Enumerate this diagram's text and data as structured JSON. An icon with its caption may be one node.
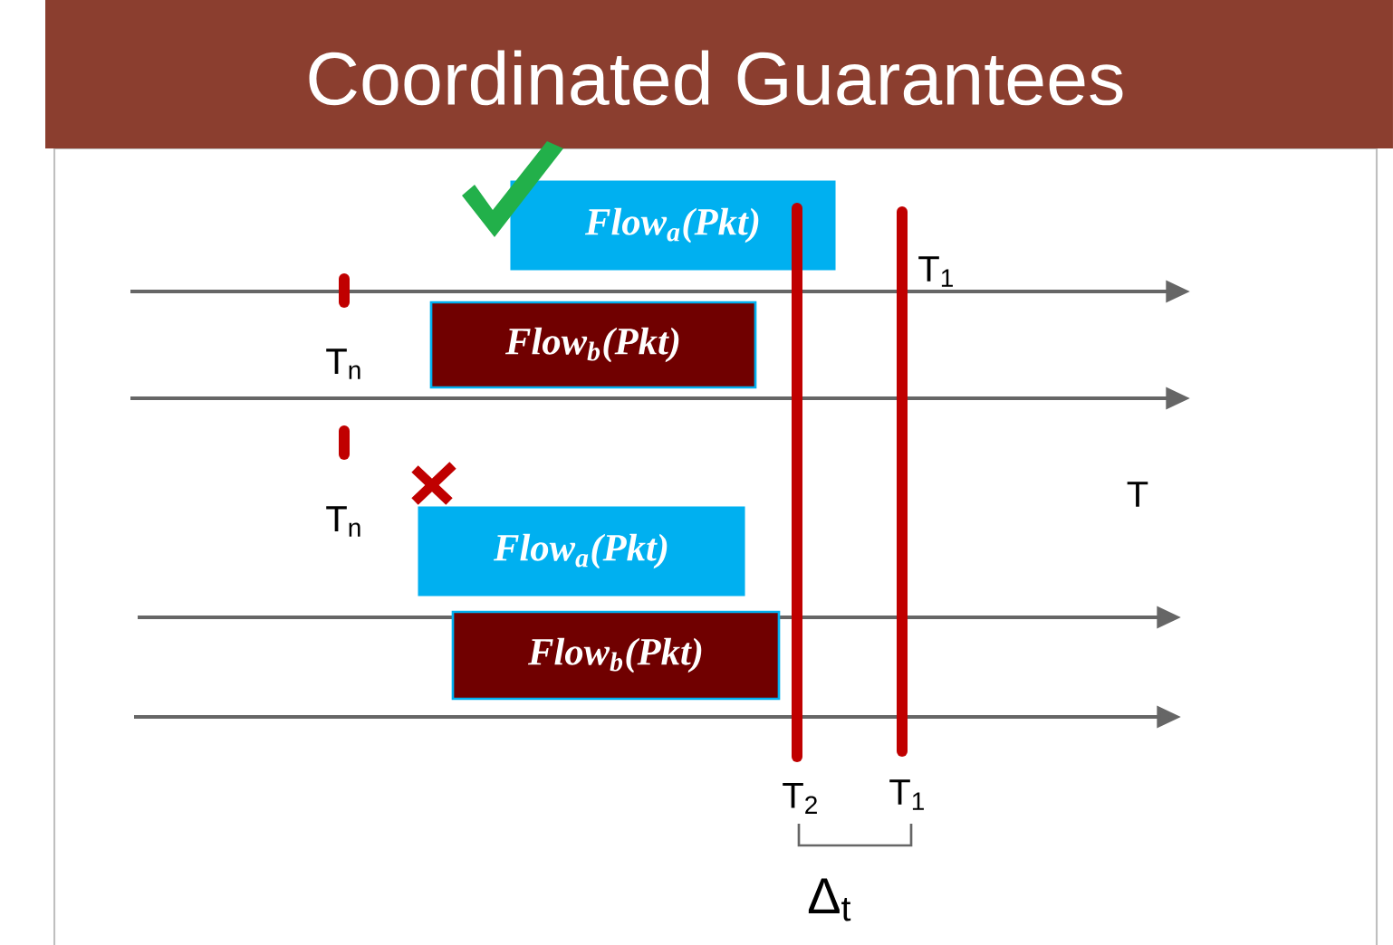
{
  "diagram": {
    "title": "Coordinated Guarantees",
    "nodes": [
      {
        "text": [
          "Flow$_{a}$(Pkt)"
        ]
      },
      {
        "text": [
          "Flow$_{b}$(Pkt)"
        ]
      },
      {
        "text": [
          "Flow$_{a}$(Pkt)"
        ]
      },
      {
        "text": [
          "Flow$_{b}$(Pkt)"
        ]
      }
    ],
    "edges": [],
    "labels": [
      "T$_{1}$",
      "T$_{n}$",
      "T$_{n}$",
      "T",
      "T$_{2}$",
      "T$_{1}$",
      "Δ$_{t}$"
    ]
  }
}
